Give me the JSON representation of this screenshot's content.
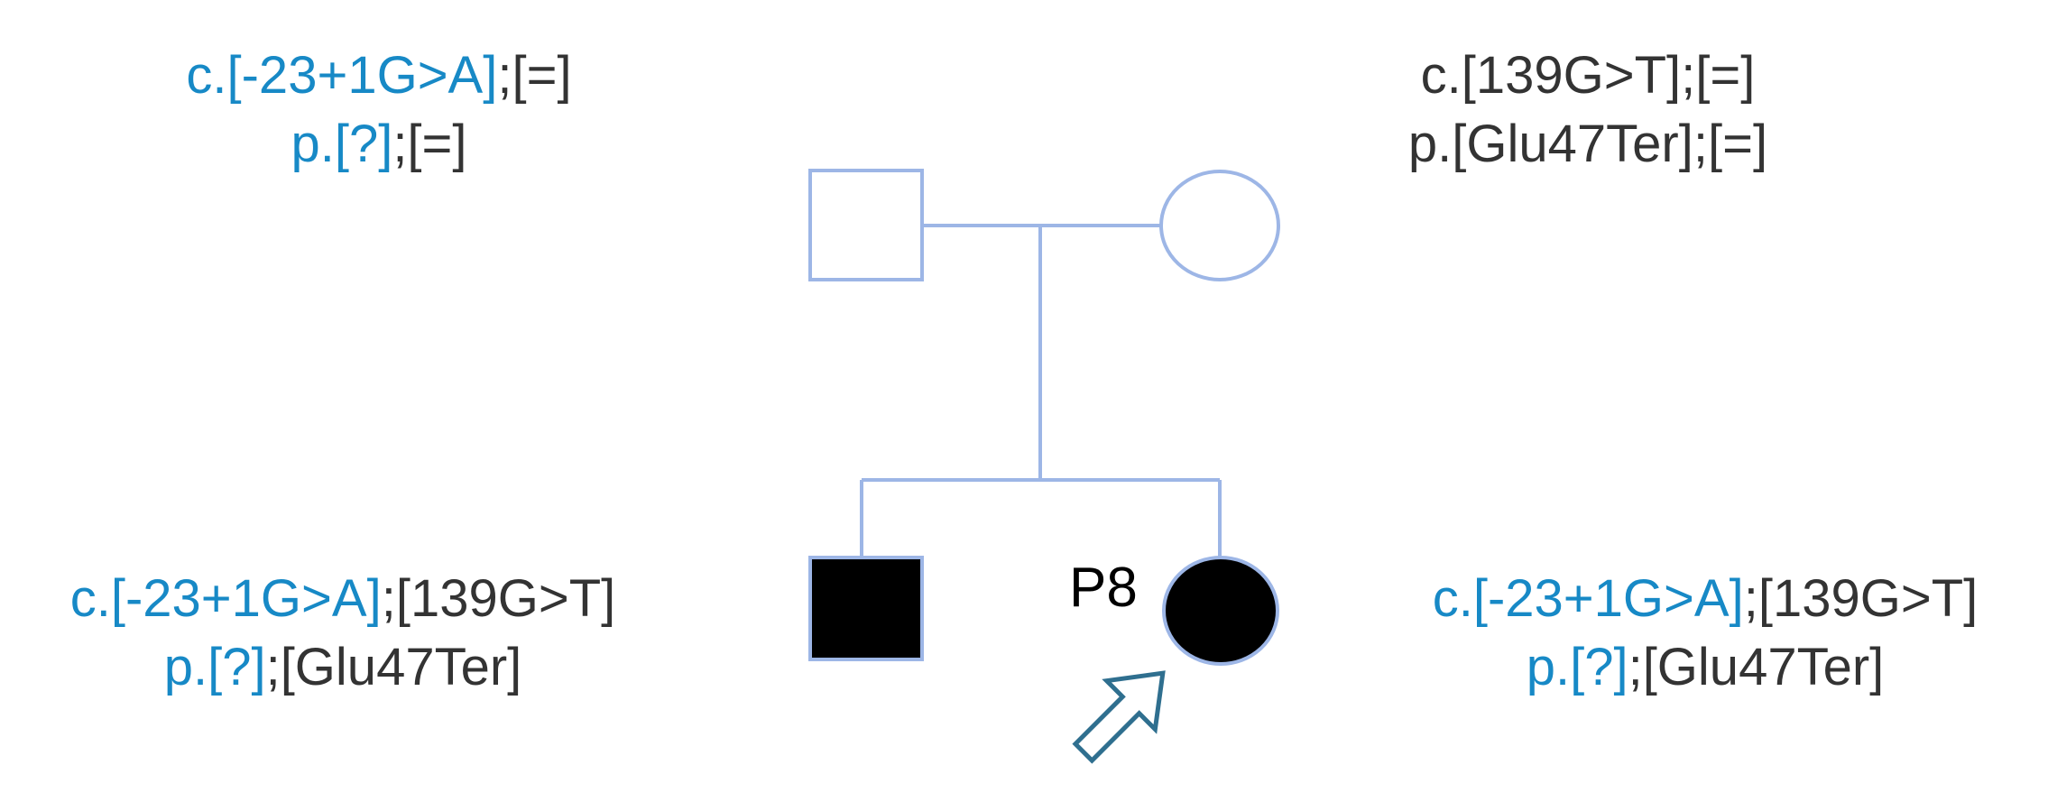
{
  "colors": {
    "line": "#9db6e6",
    "affected_fill": "#000000",
    "unaffected_fill": "#ffffff",
    "variant_text": "#1789c6",
    "wildtype_text": "#333333",
    "arrow_stroke": "#2f6f8f"
  },
  "father": {
    "symbol": "square",
    "affected": false,
    "c_variant": "c.[-23+1G>A]",
    "c_other": ";[=]",
    "p_variant": "p.[?]",
    "p_other": ";[=]"
  },
  "mother": {
    "symbol": "circle",
    "affected": false,
    "c_prefix": "c.[139G>T]",
    "c_other": ";[=]",
    "p_prefix": "p.[Glu47Ter]",
    "p_other": ";[=]"
  },
  "brother": {
    "symbol": "square",
    "affected": true,
    "c_variant": "c.[-23+1G>A]",
    "c_other": ";[139G>T]",
    "p_variant": "p.[?]",
    "p_other": ";[Glu47Ter]"
  },
  "proband": {
    "symbol": "circle",
    "affected": true,
    "id": "P8",
    "arrow_icon": "arrow-pointer",
    "c_variant": "c.[-23+1G>A]",
    "c_other": ";[139G>T]",
    "p_variant": "p.[?]",
    "p_other": ";[Glu47Ter]"
  }
}
